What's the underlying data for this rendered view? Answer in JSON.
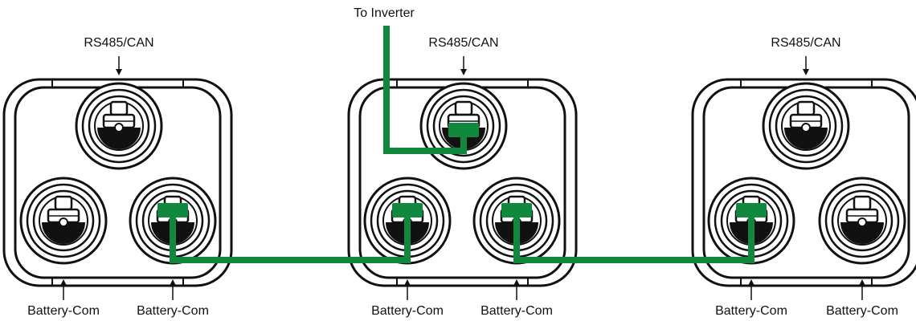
{
  "labels": {
    "to_inverter": "To Inverter",
    "rs485_can": "RS485/CAN",
    "battery_com": "Battery-Com"
  },
  "colors": {
    "cable": "#10893E",
    "outline": "#111111",
    "background": "#ffffff"
  },
  "modules": [
    {
      "id": "battery-pack-1",
      "top_port": "RS485/CAN",
      "left_port": "Battery-Com",
      "right_port": "Battery-Com"
    },
    {
      "id": "battery-pack-2",
      "top_port": "RS485/CAN",
      "left_port": "Battery-Com",
      "right_port": "Battery-Com"
    },
    {
      "id": "battery-pack-3",
      "top_port": "RS485/CAN",
      "left_port": "Battery-Com",
      "right_port": "Battery-Com"
    }
  ]
}
